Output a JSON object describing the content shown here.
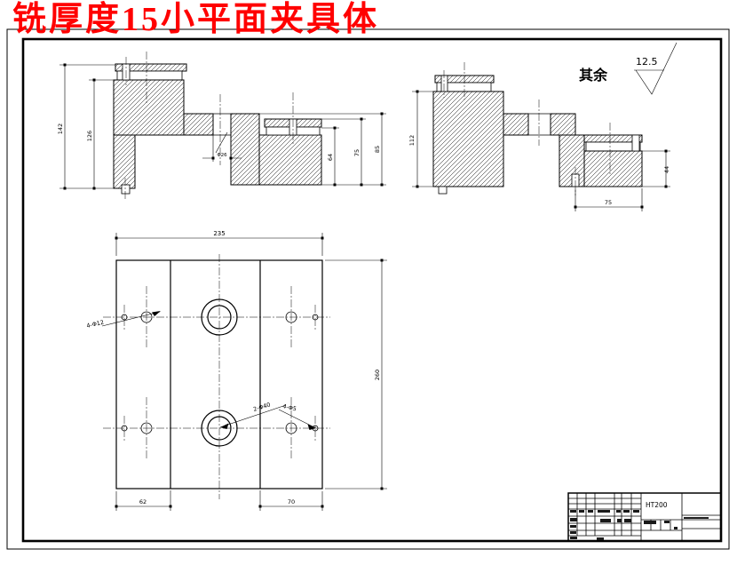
{
  "page_title": "铣厚度15小平面夹具体",
  "roughness_note": {
    "label": "其余",
    "value": "12.5"
  },
  "section_view_left": {
    "dim_left_outer": "142",
    "dim_left_inner": "126",
    "dim_hole": "Φ26",
    "dim_right_inner": "64",
    "dim_right_mid": "75",
    "dim_right_outer": "85"
  },
  "section_view_right": {
    "dim_left": "112",
    "dim_right": "44",
    "dim_bottom": "75"
  },
  "plan_view": {
    "dim_width": "235",
    "dim_height": "260",
    "dim_bottom_left": "62",
    "dim_bottom_right": "70",
    "leader_small_holes_left": "4-Φ12",
    "leader_center_holes": "2-Φ40",
    "leader_small_holes_right": "4-Φ5"
  },
  "title_block": {
    "material": "HT200"
  }
}
